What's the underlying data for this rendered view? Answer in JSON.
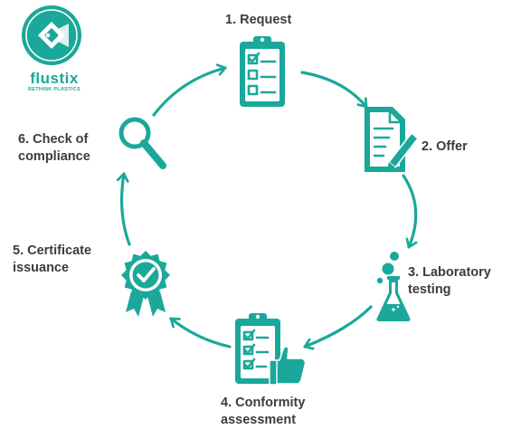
{
  "brand": {
    "name": "flustix",
    "tagline": "RETHINK PLASTICS"
  },
  "colors": {
    "accent": "#1aa89a",
    "text": "#3c3c3c",
    "background": "#ffffff"
  },
  "steps": [
    {
      "label_lines": [
        "1. Request"
      ],
      "icon": "clipboard-checklist-icon"
    },
    {
      "label_lines": [
        "2. Offer"
      ],
      "icon": "document-pen-icon"
    },
    {
      "label_lines": [
        "3. Laboratory",
        "testing"
      ],
      "icon": "flask-icon"
    },
    {
      "label_lines": [
        "4. Conformity",
        "assessment"
      ],
      "icon": "clipboard-thumbs-up-icon"
    },
    {
      "label_lines": [
        "5. Certificate",
        "issuance"
      ],
      "icon": "certificate-badge-icon"
    },
    {
      "label_lines": [
        "6. Check of",
        "compliance"
      ],
      "icon": "magnifying-glass-icon"
    }
  ]
}
